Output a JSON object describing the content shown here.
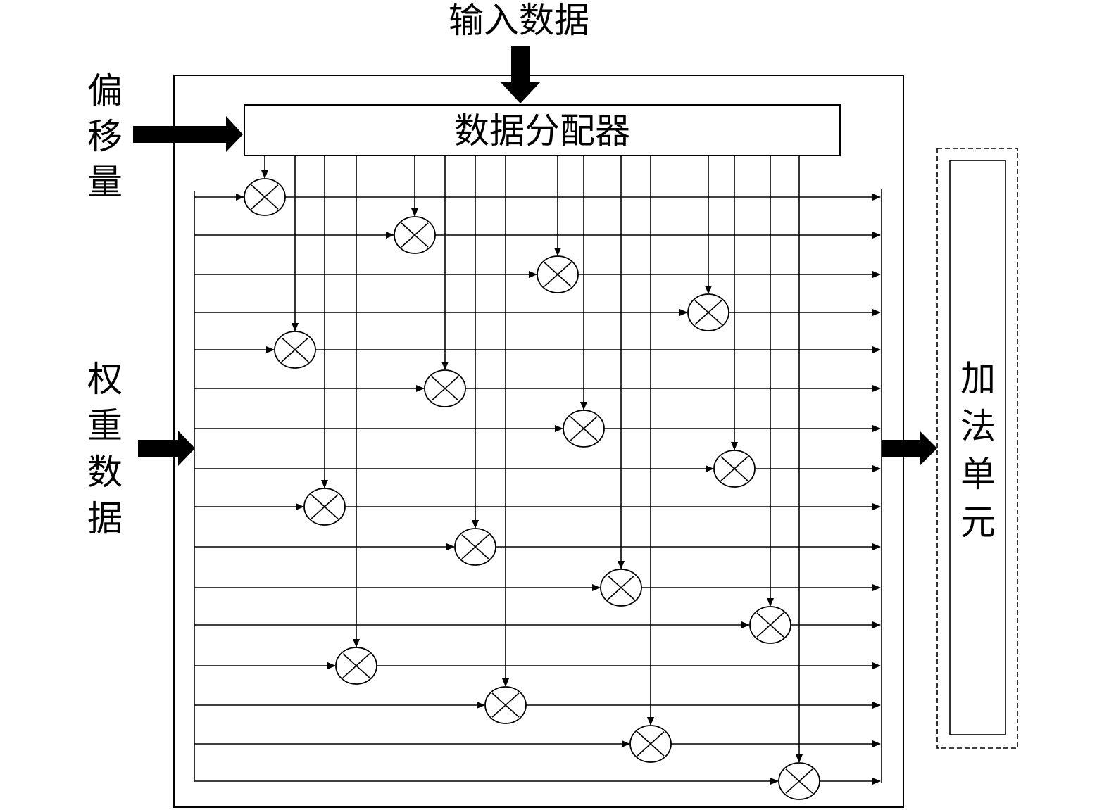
{
  "labels": {
    "input_data": "输入数据",
    "distributor": "数据分配器",
    "offset": [
      "偏",
      "移",
      "量"
    ],
    "weight": [
      "权",
      "重",
      "数",
      "据"
    ],
    "adder": [
      "加",
      "法",
      "单",
      "元"
    ]
  },
  "colors": {
    "line": "#000000",
    "background": "#ffffff"
  },
  "grid": {
    "rows": 16,
    "groups": 4,
    "columns_per_group": 4
  }
}
